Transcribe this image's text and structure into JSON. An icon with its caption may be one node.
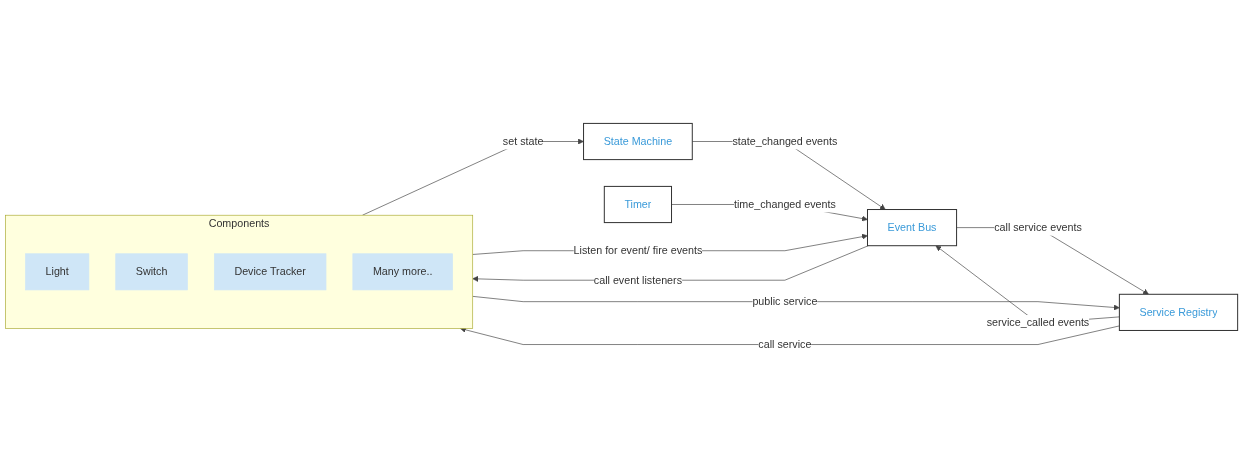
{
  "diagram": {
    "nodes": [
      {
        "text": [
          "Components"
        ]
      },
      {
        "text": [
          "Light"
        ],
        "in": 0
      },
      {
        "text": [
          "Switch"
        ],
        "in": 0
      },
      {
        "text": [
          "Device Tracker"
        ],
        "in": 0
      },
      {
        "text": [
          "Many more.."
        ],
        "in": 0
      },
      {
        "text": [
          "State Machine"
        ]
      },
      {
        "text": [
          "Event Bus"
        ]
      },
      {
        "text": [
          "Timer"
        ]
      },
      {
        "text": [
          "Service Registry"
        ]
      }
    ],
    "edges": [
      {
        "from": 0,
        "to": 5,
        "arrow": "to",
        "label": "set state"
      },
      {
        "from": 5,
        "to": 6,
        "arrow": "to",
        "label": "state_changed events"
      },
      {
        "from": 0,
        "to": 6,
        "arrow": "to",
        "label": "Listen for event/ fire events"
      },
      {
        "from": 6,
        "to": 0,
        "arrow": "to",
        "label": "call event listeners"
      },
      {
        "from": 7,
        "to": 6,
        "arrow": "to",
        "label": "time_changed events"
      },
      {
        "from": 6,
        "to": 8,
        "arrow": "to",
        "label": "call service events"
      },
      {
        "from": 8,
        "to": 6,
        "arrow": "to",
        "label": "service_called events"
      },
      {
        "from": 0,
        "to": 8,
        "arrow": "to",
        "label": "public service"
      },
      {
        "from": 8,
        "to": 0,
        "arrow": "to",
        "label": "call service"
      }
    ]
  }
}
